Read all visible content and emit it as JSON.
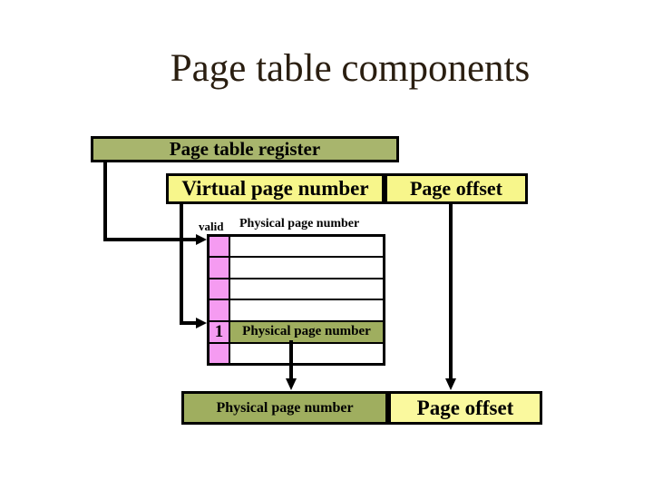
{
  "title": "Page table components",
  "register": {
    "label": "Page table register"
  },
  "virtual_address": {
    "virtual_page_number": "Virtual page number",
    "page_offset": "Page offset"
  },
  "page_table": {
    "valid_label": "valid",
    "header_label": "Physical page number",
    "row_count": 6,
    "highlighted_row": {
      "valid_bit": "1",
      "entry": "Physical page number"
    }
  },
  "physical_address": {
    "physical_page_number": "Physical page number",
    "page_offset": "Page offset"
  },
  "colors": {
    "olive": "#a8b56d",
    "olive_dark": "#9fae5f",
    "yellow": "#f7f68b",
    "yellow_light": "#faf99e",
    "pink": "#f59bf1",
    "title_text": "#2a1e10",
    "line": "#000000"
  }
}
